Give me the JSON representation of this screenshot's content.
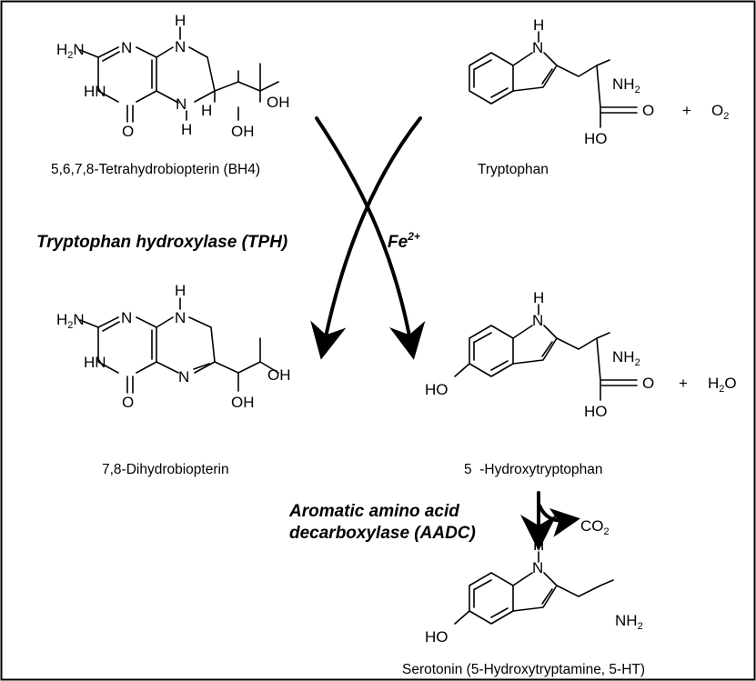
{
  "molecules": {
    "bh4": {
      "caption": "5,6,7,8-Tetrahydrobiopterin (BH4)"
    },
    "tryptophan": {
      "caption": "Tryptophan"
    },
    "dihydrobiopterin": {
      "caption": "7,8-Dihydrobiopterin"
    },
    "hydroxytryptophan": {
      "caption": "5  -Hydroxytryptophan"
    },
    "serotonin": {
      "caption": "Serotonin (5-Hydroxytryptamine, 5-HT)"
    }
  },
  "enzymes": {
    "tph": "Tryptophan hydroxylase (TPH)",
    "aadc_line1": "Aromatic amino acid",
    "aadc_line2": "decarboxylase (AADC)"
  },
  "cofactor": {
    "base": "Fe",
    "charge": "2+"
  },
  "co_reactants": {
    "o2_plus": "+",
    "o2_base": "O",
    "o2_sub": "2",
    "h2o_plus": "+",
    "h2o_pre": "H",
    "h2o_sub": "2",
    "h2o_post": "O",
    "co2_base": "CO",
    "co2_sub": "2"
  },
  "atoms": {
    "h2n": "H₂N",
    "nh2": "NH₂",
    "n": "N",
    "h": "H",
    "hn": "HN",
    "o": "O",
    "oh": "OH",
    "ho": "HO"
  }
}
